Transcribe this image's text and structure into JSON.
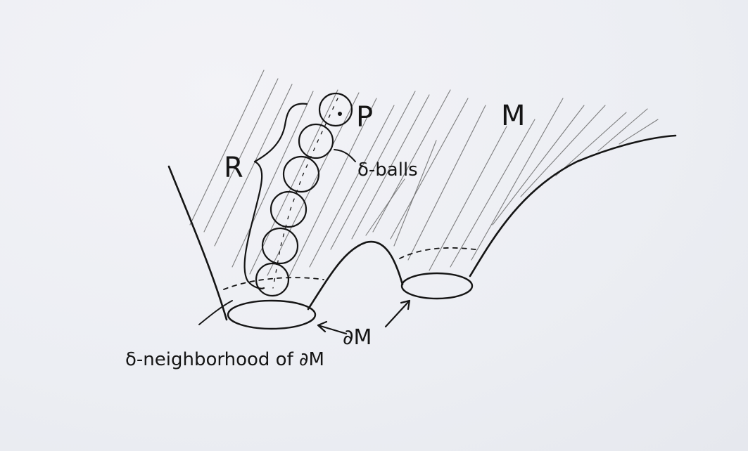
{
  "labels": {
    "manifold": "M",
    "point": "P",
    "region": "R",
    "balls": "δ-balls",
    "boundary": "∂M",
    "neighborhood": "δ-neighborhood of ∂M"
  },
  "colors": {
    "paper": "#eceef3",
    "ink": "#151515",
    "hatch": "#6a6a6a"
  }
}
